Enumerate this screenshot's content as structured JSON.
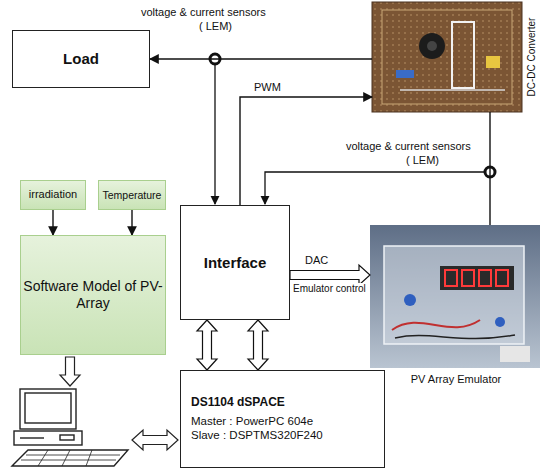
{
  "diagram": {
    "nodes": [
      {
        "text": [
          "Load"
        ]
      },
      {
        "text": [
          "DC-DC Converter"
        ]
      },
      {
        "text": [
          "irradiation"
        ]
      },
      {
        "text": [
          "Temperature"
        ]
      },
      {
        "text": [
          "Interface"
        ]
      },
      {
        "text": [
          "Software Model of PV-Array"
        ]
      },
      {
        "text": [
          "PV Array Emulator"
        ]
      },
      {
        "text": [
          "DS1104 dSPACE",
          "Master : PowerPC 604e",
          "Slave : DSPTMS320F240"
        ]
      }
    ],
    "edges": [
      {
        "from": 1,
        "to": 0,
        "arrow": "to"
      },
      {
        "from": 4,
        "to": 1,
        "label": "PWM",
        "arrow": "to"
      },
      {
        "from": 6,
        "to": 1,
        "arrow": "none"
      },
      {
        "from": 4,
        "to": 6,
        "label": "DAC",
        "arrow": "to"
      },
      {
        "from": 2,
        "to": 5,
        "arrow": "to"
      },
      {
        "from": 3,
        "to": 5,
        "arrow": "to"
      },
      {
        "from": 4,
        "to": 7,
        "arrow": "both"
      },
      {
        "from": 4,
        "to": 7,
        "arrow": "both"
      }
    ],
    "labels": [
      "voltage & current sensors",
      "( LEM)",
      "voltage & current sensors",
      "( LEM)",
      "Emulator control"
    ]
  }
}
